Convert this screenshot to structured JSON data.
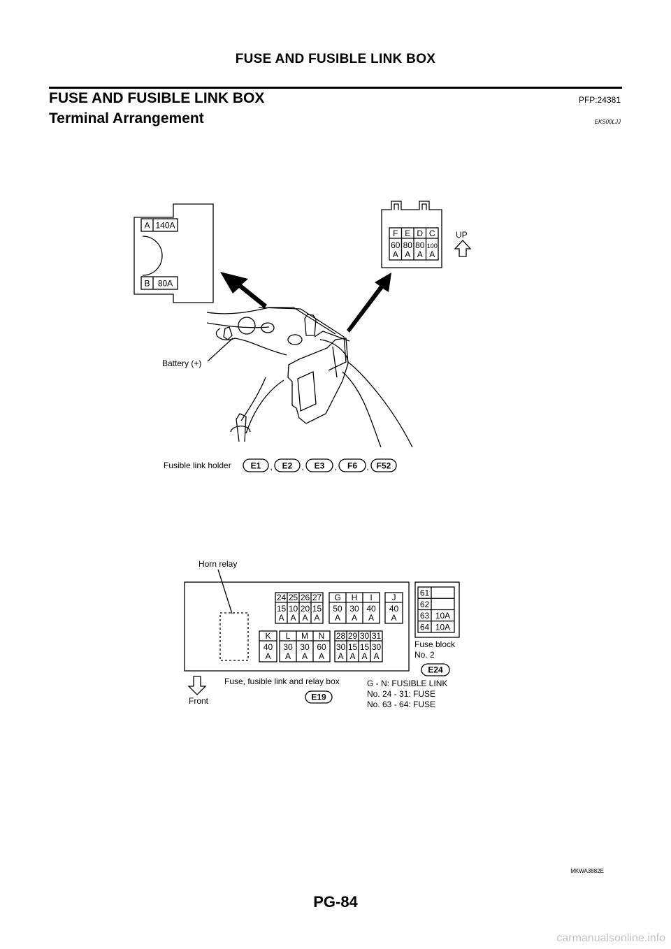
{
  "header": {
    "title": "FUSE AND FUSIBLE LINK BOX"
  },
  "section": {
    "title": "FUSE AND FUSIBLE LINK BOX",
    "pfp": "PFP:24381"
  },
  "subsection": {
    "title": "Terminal Arrangement",
    "code": "EKS00LJJ"
  },
  "top_diagram": {
    "left_holder": {
      "a_letter": "A",
      "a_rating": "140A",
      "b_letter": "B",
      "b_rating": "80A"
    },
    "right_holder": {
      "letters": [
        "F",
        "E",
        "D",
        "C"
      ],
      "values": [
        "60",
        "80",
        "80",
        "100"
      ],
      "units": [
        "A",
        "A",
        "A",
        "A"
      ]
    },
    "up_label": "UP",
    "battery_label": "Battery (+)",
    "holder_label": "Fusible link holder",
    "connectors": [
      "E1",
      "E2",
      "E3",
      "F6",
      "F52"
    ],
    "separator": ","
  },
  "bottom_diagram": {
    "horn_relay_label": "Horn relay",
    "fuses_top_numbers": [
      "24",
      "25",
      "26",
      "27"
    ],
    "fuses_top_values": [
      "15",
      "10",
      "20",
      "15"
    ],
    "fuses_top_units": [
      "A",
      "A",
      "A",
      "A"
    ],
    "links_ghi_letters": [
      "G",
      "H",
      "I"
    ],
    "links_ghi_values": [
      "50",
      "30",
      "40"
    ],
    "links_ghi_units": [
      "A",
      "A",
      "A"
    ],
    "link_j": {
      "letter": "J",
      "value": "40",
      "unit": "A"
    },
    "link_k": {
      "letter": "K",
      "value": "40",
      "unit": "A"
    },
    "links_lmn_letters": [
      "L",
      "M",
      "N"
    ],
    "links_lmn_values": [
      "30",
      "30",
      "60"
    ],
    "links_lmn_units": [
      "A",
      "A",
      "A"
    ],
    "fuses_bottom_numbers": [
      "28",
      "29",
      "30",
      "31"
    ],
    "fuses_bottom_values": [
      "30",
      "15",
      "15",
      "30"
    ],
    "fuses_bottom_units": [
      "A",
      "A",
      "A",
      "A"
    ],
    "fuse_block_rows": [
      {
        "num": "61",
        "rating": ""
      },
      {
        "num": "62",
        "rating": ""
      },
      {
        "num": "63",
        "rating": "10A"
      },
      {
        "num": "64",
        "rating": "10A"
      }
    ],
    "fuse_block_label_1": "Fuse block",
    "fuse_block_label_2": "No. 2",
    "fuse_block_connector": "E24",
    "front_label": "Front",
    "box_label": "Fuse, fusible link and relay box",
    "box_connector": "E19",
    "legend": [
      "G - N: FUSIBLE LINK",
      "No. 24 - 31: FUSE",
      "No. 63 - 64: FUSE"
    ]
  },
  "figure_code": "MKWA3882E",
  "page_number": "PG-84",
  "watermark": "carmanualsonline.info"
}
